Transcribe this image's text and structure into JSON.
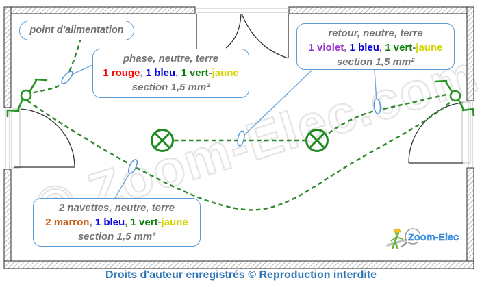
{
  "diagram": {
    "supply_label": "point d'alimentation",
    "callouts": {
      "phase": {
        "line1": "phase, neutre, terre",
        "line3": "section 1,5 mm²",
        "segments": [
          {
            "text": "1 rouge",
            "color": "#ff0000"
          },
          {
            "text": ", ",
            "color": "#7a7a7a"
          },
          {
            "text": "1 bleu",
            "color": "#0202dd"
          },
          {
            "text": ", ",
            "color": "#7a7a7a"
          },
          {
            "text": "1 vert",
            "color": "#0b7d0b"
          },
          {
            "text": "-",
            "color": "#7a7a7a"
          },
          {
            "text": "jaune",
            "color": "#d4d400"
          }
        ]
      },
      "retour": {
        "line1": "retour, neutre, terre",
        "line3": "section 1,5 mm²",
        "segments": [
          {
            "text": "1 violet",
            "color": "#9933cc"
          },
          {
            "text": ", ",
            "color": "#7a7a7a"
          },
          {
            "text": "1 bleu",
            "color": "#0202dd"
          },
          {
            "text": ", ",
            "color": "#7a7a7a"
          },
          {
            "text": "1 vert",
            "color": "#0b7d0b"
          },
          {
            "text": "-",
            "color": "#7a7a7a"
          },
          {
            "text": "jaune",
            "color": "#d4d400"
          }
        ]
      },
      "navettes": {
        "line1": "2 navettes, neutre, terre",
        "line3": "section 1,5 mm²",
        "segments": [
          {
            "text": "2 marron",
            "color": "#c55a11"
          },
          {
            "text": ", ",
            "color": "#7a7a7a"
          },
          {
            "text": "1 bleu",
            "color": "#0202dd"
          },
          {
            "text": ", ",
            "color": "#7a7a7a"
          },
          {
            "text": "1 vert",
            "color": "#0b7d0b"
          },
          {
            "text": "-",
            "color": "#7a7a7a"
          },
          {
            "text": "jaune",
            "color": "#d4d400"
          }
        ]
      }
    },
    "watermark": "© Zoom-Elec.com",
    "logo_text": "Zoom-Elec",
    "colors": {
      "wire_green": "#2b8a2b",
      "callout_blue": "#5b9bd5",
      "caption_blue": "#2e75b6",
      "text_gray": "#7a7a7a"
    }
  },
  "footer": {
    "caption": "Droits d'auteur enregistrés © Reproduction interdite"
  }
}
